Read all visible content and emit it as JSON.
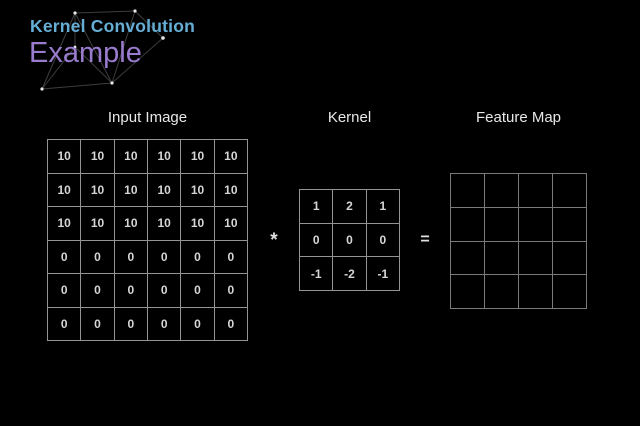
{
  "slide": {
    "title": "Kernel Convolution",
    "subtitle": "Example"
  },
  "colors": {
    "background": "#000000",
    "title": "#66aed6",
    "subtitle": "#9a7cce",
    "header_text": "#e8e8e8",
    "cell_text": "#d6d6d6",
    "grid_line": "#949494",
    "feature_grid_line": "#7a7a7a",
    "decoration_line": "#3d3d3d",
    "decoration_node": "#e8e8e8"
  },
  "matrices": {
    "input_image": {
      "label": "Input Image",
      "rows": [
        [
          10,
          10,
          10,
          10,
          10,
          10
        ],
        [
          10,
          10,
          10,
          10,
          10,
          10
        ],
        [
          10,
          10,
          10,
          10,
          10,
          10
        ],
        [
          0,
          0,
          0,
          0,
          0,
          0
        ],
        [
          0,
          0,
          0,
          0,
          0,
          0
        ],
        [
          0,
          0,
          0,
          0,
          0,
          0
        ]
      ]
    },
    "kernel": {
      "label": "Kernel",
      "rows": [
        [
          1,
          2,
          1
        ],
        [
          0,
          0,
          0
        ],
        [
          -1,
          -2,
          -1
        ]
      ]
    },
    "feature_map": {
      "label": "Feature Map",
      "rows": [
        [
          "",
          "",
          "",
          ""
        ],
        [
          "",
          "",
          "",
          ""
        ],
        [
          "",
          "",
          "",
          ""
        ],
        [
          "",
          "",
          "",
          ""
        ]
      ]
    }
  },
  "operators": {
    "convolve": "*",
    "equals": "="
  }
}
